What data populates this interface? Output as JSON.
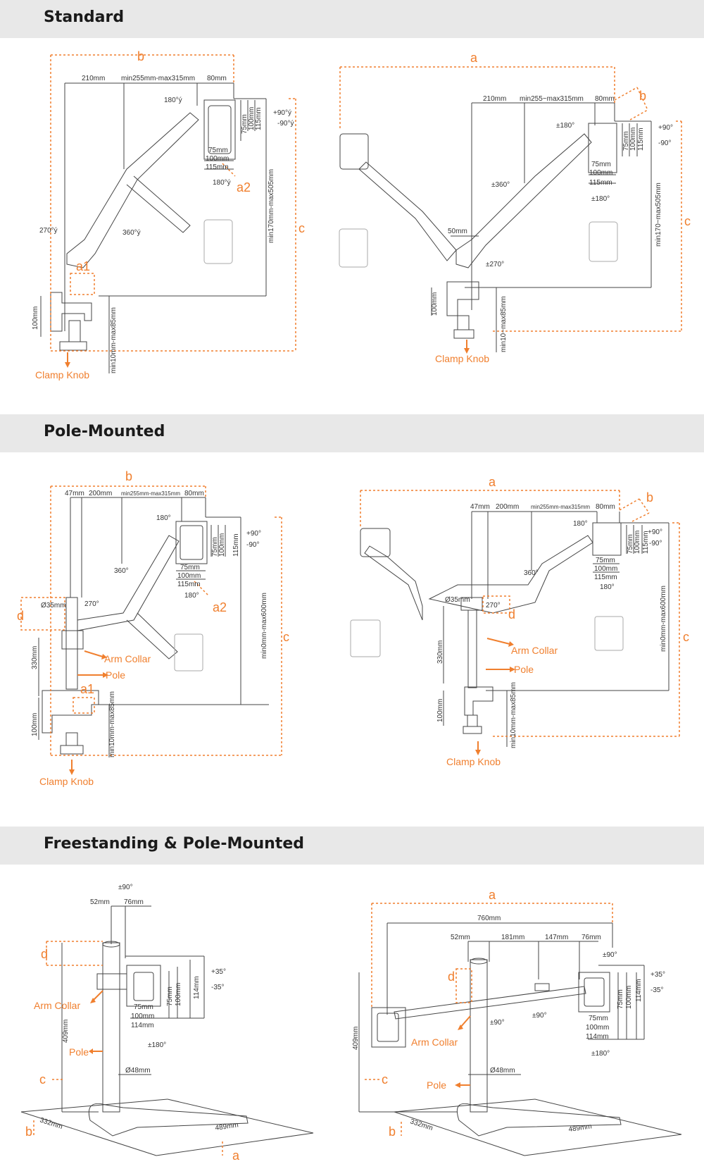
{
  "colors": {
    "accent": "#f07f2e",
    "line": "#444444",
    "band": "#e8e8e8"
  },
  "sections": [
    {
      "title": "Standard"
    },
    {
      "title": "Pole-Mounted"
    },
    {
      "title": "Freestanding & Pole-Mounted"
    }
  ],
  "std_single": {
    "b": "b",
    "a1": "a1",
    "a2": "a2",
    "c": "c",
    "d210": "210mm",
    "dmin": "min255mm-max315mm",
    "d80": "80mm",
    "r180a": "180°ý",
    "r180b": "180°ý",
    "r270": "270°ý",
    "r360": "360°ý",
    "tilt_up": "+90°ý",
    "tilt_dn": "-90°ý",
    "v75": "75mm",
    "v100": "100mm",
    "v115": "115mm",
    "h75": "75mm",
    "h100": "100mm",
    "h115": "115mm",
    "height": "min170mm-max505mm",
    "clamp100": "100mm",
    "clampRange": "min10mm-max85mm",
    "clamp": "Clamp Knob"
  },
  "std_dual": {
    "a": "a",
    "b": "b",
    "c": "c",
    "d210": "210mm",
    "dmin": "min255~max315mm",
    "d80": "80mm",
    "r180a": "±180°",
    "r180b": "±180°",
    "r360": "±360°",
    "r270": "±270°",
    "tilt_up": "+90°",
    "tilt_dn": "-90°",
    "v75": "75mm",
    "v100": "100mm",
    "v115": "115mm",
    "h75": "75mm",
    "h100": "100mm",
    "h115": "115mm",
    "d50": "50mm",
    "height": "min170~max505mm",
    "clamp100": "100mm",
    "clampRange": "min10~max85mm",
    "clamp": "Clamp Knob"
  },
  "pole_single": {
    "b": "b",
    "c": "c",
    "d": "d",
    "a1": "a1",
    "a2": "a2",
    "d47": "47mm",
    "d200": "200mm",
    "dmin": "min255mm-max315mm",
    "d80": "80mm",
    "r180a": "180°",
    "r180b": "180°",
    "r360": "360°",
    "r270": "270°",
    "tilt_up": "+90°",
    "tilt_dn": "-90°",
    "v75": "75mm",
    "v100": "100mm",
    "v115": "115mm",
    "h75": "75mm",
    "h100": "100mm",
    "h115": "115mm",
    "dia": "Ø35mm",
    "d330": "330mm",
    "d100": "100mm",
    "height": "min0mm-max600mm",
    "clampRange": "min10mm-max85mm",
    "collar": "Arm Collar",
    "pole": "Pole",
    "clamp": "Clamp Knob"
  },
  "pole_dual": {
    "a": "a",
    "b": "b",
    "c": "c",
    "d": "d",
    "d47": "47mm",
    "d200": "200mm",
    "dmin": "min255mm-max315mm",
    "d80": "80mm",
    "r180a": "180°",
    "r180b": "180°",
    "r360": "360°",
    "r270": "270°",
    "tilt_up": "+90°",
    "tilt_dn": "-90°",
    "v75": "75mm",
    "v100": "100mm",
    "v115": "115mm",
    "h75": "75mm",
    "h100": "100mm",
    "h115": "115mm",
    "dia": "Ø35mm",
    "d330": "330mm",
    "d100": "100mm",
    "height": "min0mm-max600mm",
    "clampRange": "min10mm-max85mm",
    "collar": "Arm Collar",
    "pole": "Pole",
    "clamp": "Clamp Knob"
  },
  "free_single": {
    "d": "d",
    "c": "c",
    "b": "b",
    "a": "a",
    "r90": "±90°",
    "d52": "52mm",
    "d76": "76mm",
    "tilt_up": "+35°",
    "tilt_dn": "-35°",
    "v75": "75mm",
    "v100": "100mm",
    "v114": "114mm",
    "h75": "75mm",
    "h100": "100mm",
    "h114": "114mm",
    "r180": "±180°",
    "d409": "409mm",
    "dia": "Ø48mm",
    "d332": "332mm",
    "d489": "489mm",
    "collar": "Arm Collar",
    "pole": "Pole"
  },
  "free_dual": {
    "a": "a",
    "d": "d",
    "c": "c",
    "b": "b",
    "d760": "760mm",
    "d52": "52mm",
    "d181": "181mm",
    "d147": "147mm",
    "d76": "76mm",
    "r90a": "±90°",
    "r90b": "±90°",
    "r90c": "±90°",
    "tilt_up": "+35°",
    "tilt_dn": "-35°",
    "v75": "75mm",
    "v100": "100mm",
    "v114": "114mm",
    "h75": "75mm",
    "h100": "100mm",
    "h114": "114mm",
    "r180": "±180°",
    "d409": "409mm",
    "dia": "Ø48mm",
    "d332": "332mm",
    "d489": "489mm",
    "collar": "Arm Collar",
    "pole": "Pole"
  }
}
